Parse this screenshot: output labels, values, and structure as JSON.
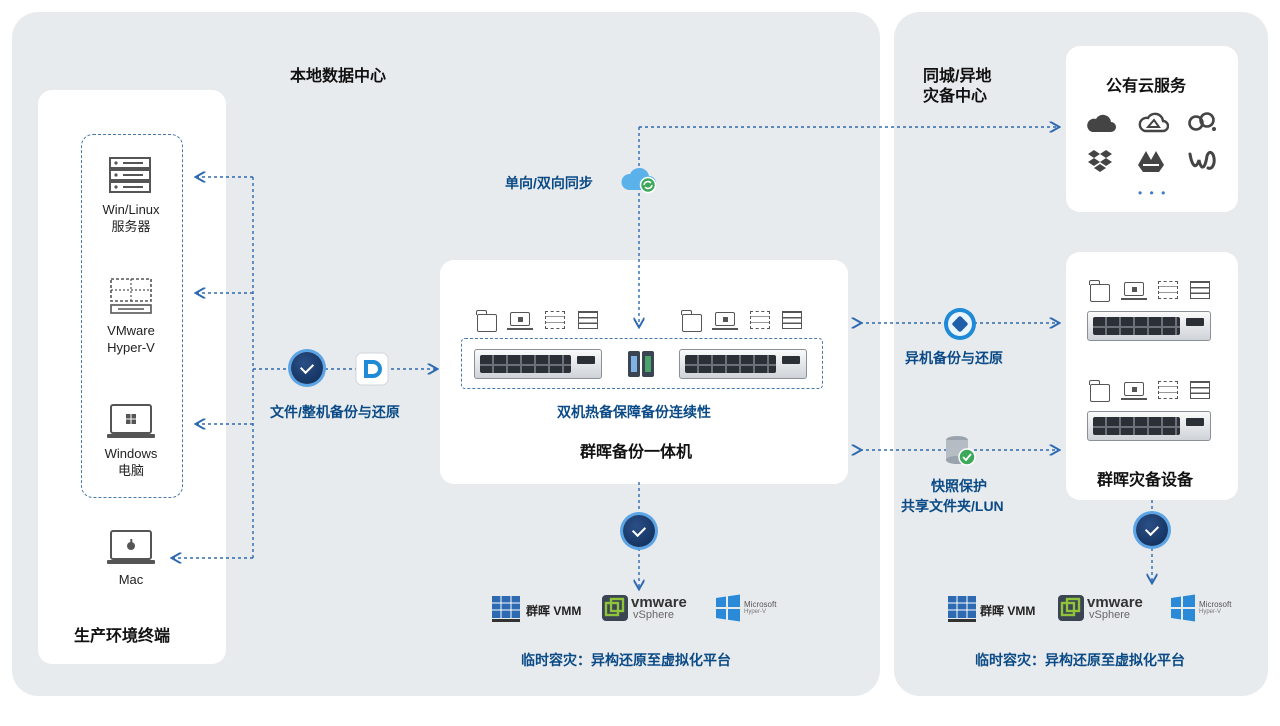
{
  "panels": {
    "local": {
      "title": "本地数据中心"
    },
    "remote": {
      "title_line1": "同城/异地",
      "title_line2": "灾备中心"
    }
  },
  "production": {
    "title": "生产环境终端",
    "devices": [
      {
        "label": "Win/Linux\n服务器",
        "icon": "server-icon"
      },
      {
        "label": "VMware\nHyper-V",
        "icon": "vm-icon"
      },
      {
        "label": "Windows\n电脑",
        "icon": "windows-laptop-icon"
      },
      {
        "label": "Mac",
        "icon": "mac-laptop-icon"
      }
    ]
  },
  "flows": {
    "file_backup": "文件/整机备份与还原",
    "sync": "单向/双向同步",
    "remote_backup": "异机备份与还原",
    "snapshot_line1": "快照保护",
    "snapshot_line2": "共享文件夹/LUN"
  },
  "appliance": {
    "ha_label": "双机热备保障备份连续性",
    "title": "群晖备份一体机"
  },
  "cloud": {
    "title": "公有云服务",
    "providers": [
      "onedrive-icon",
      "cloud-outline-icon",
      "backblaze-icon",
      "dropbox-icon",
      "google-drive-icon",
      "wasabi-icon"
    ],
    "more": "• • •"
  },
  "dr_device": {
    "title": "群晖灾备设备"
  },
  "virtualization": {
    "label": "临时容灾：异构还原至虚拟化平台",
    "vmm": "群晖 VMM",
    "vmware_brand": "vmware",
    "vmware_product": "vSphere",
    "ms_brand": "Microsoft",
    "ms_product": "Hyper-V"
  },
  "colors": {
    "panel": "#e8ebee",
    "accent": "#0a4a86",
    "line": "#2e6ab1"
  }
}
